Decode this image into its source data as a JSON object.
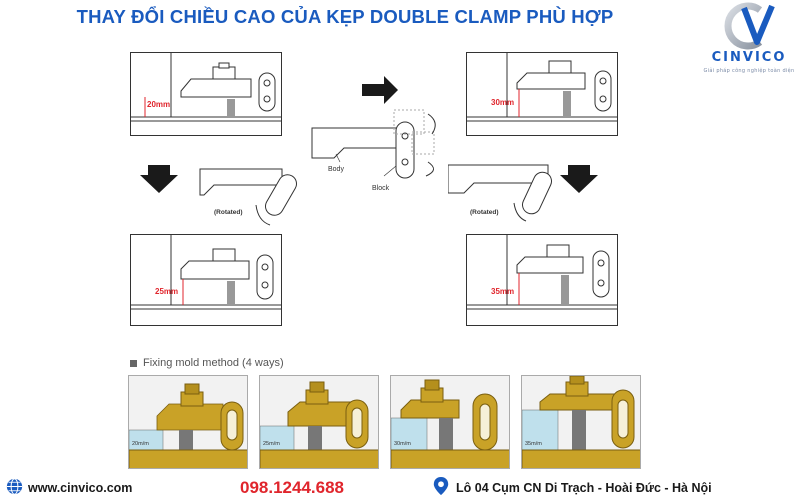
{
  "header": {
    "title": "THAY ĐỔI CHIỀU CAO CỦA KẸP DOUBLE CLAMP PHÙ HỢP"
  },
  "logo": {
    "name": "CINVICO",
    "tagline": "Giải pháp công nghiệp toàn diện"
  },
  "diagram": {
    "panels": [
      {
        "id": "top-left",
        "dimension": "20mm"
      },
      {
        "id": "top-right",
        "dimension": "30mm"
      },
      {
        "id": "bottom-left",
        "dimension": "25mm"
      },
      {
        "id": "bottom-right",
        "dimension": "35mm"
      }
    ],
    "center": {
      "body_label": "Body",
      "block_label": "Block"
    },
    "rotated_label": "(Rotated)"
  },
  "fixing": {
    "section_title": "Fixing mold method (4 ways)",
    "photos": [
      {
        "label": "20m/m"
      },
      {
        "label": "25m/m"
      },
      {
        "label": "30m/m"
      },
      {
        "label": "35m/m"
      }
    ]
  },
  "footer": {
    "website": "www.cinvico.com",
    "phone": "098.1244.688",
    "address": "Lô 04 Cụm CN Di Trạch - Hoài Đức - Hà Nội"
  },
  "colors": {
    "title_blue": "#1a5bbf",
    "accent_red": "#e0252c",
    "brass": "#c9a227",
    "mold_blue": "#bfe0ec"
  }
}
